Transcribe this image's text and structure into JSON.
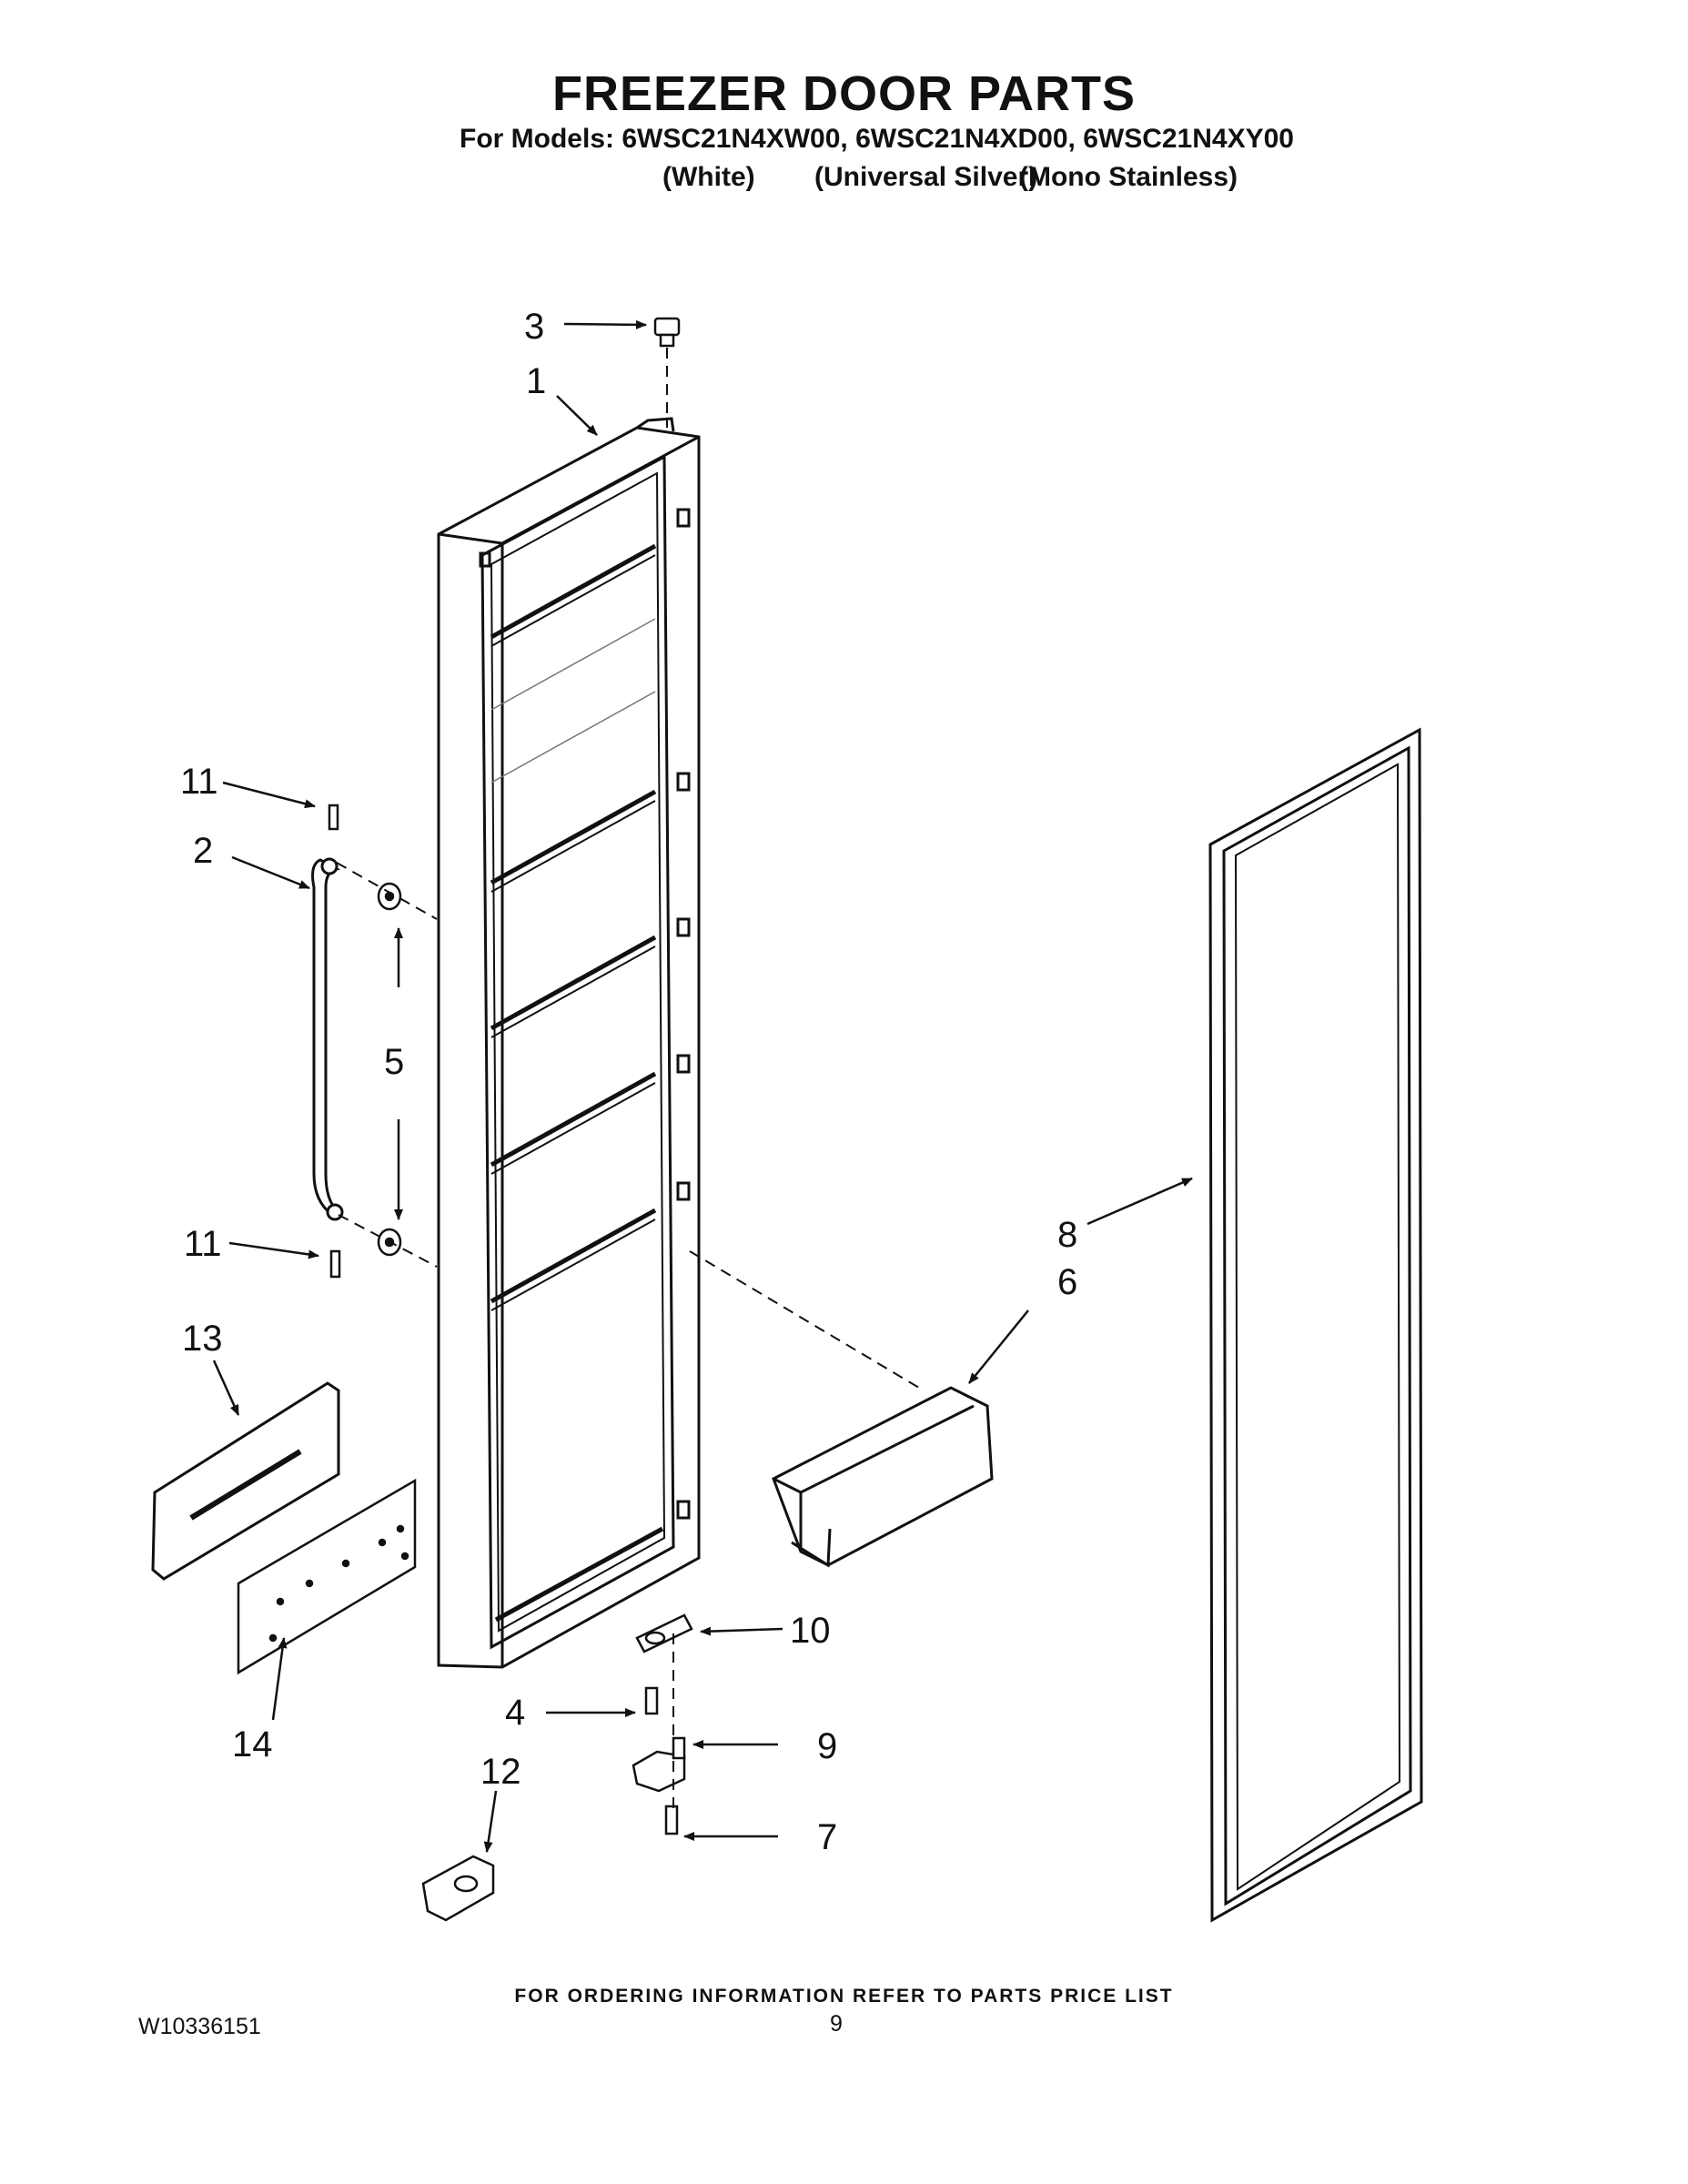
{
  "header": {
    "title": "FREEZER DOOR PARTS",
    "models_line": "For Models: 6WSC21N4XW00, 6WSC21N4XD00, 6WSC21N4XY00",
    "variants": [
      "(White)",
      "(Universal Silver)",
      "(Mono Stainless)"
    ]
  },
  "callouts": {
    "c1": "1",
    "c2": "2",
    "c3": "3",
    "c4": "4",
    "c5": "5",
    "c6": "6",
    "c7": "7",
    "c8": "8",
    "c9": "9",
    "c10": "10",
    "c11a": "11",
    "c11b": "11",
    "c12": "12",
    "c13": "13",
    "c14": "14"
  },
  "footer": {
    "note": "FOR ORDERING INFORMATION REFER TO PARTS PRICE LIST",
    "doc_number": "W10336151",
    "page_number": "9"
  }
}
